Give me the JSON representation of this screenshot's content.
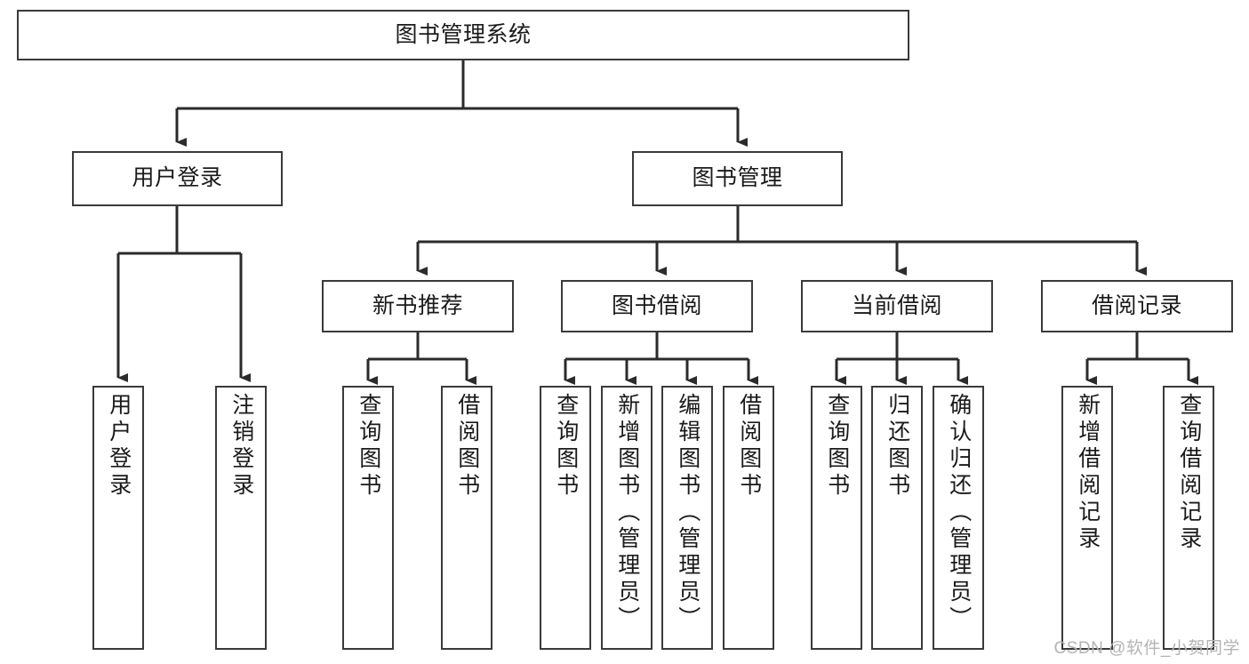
{
  "diagram": {
    "type": "tree-hierarchy",
    "title": "图书管理系统",
    "root": {
      "id": "root",
      "label": "图书管理系统",
      "orientation": "horizontal"
    },
    "level2": [
      {
        "id": "user-login",
        "label": "用户登录",
        "orientation": "horizontal"
      },
      {
        "id": "book-manage",
        "label": "图书管理",
        "orientation": "horizontal"
      }
    ],
    "level3": [
      {
        "id": "new-book-rec",
        "label": "新书推荐",
        "orientation": "horizontal",
        "parent": "book-manage"
      },
      {
        "id": "book-borrow",
        "label": "图书借阅",
        "orientation": "horizontal",
        "parent": "book-manage"
      },
      {
        "id": "current-borrow",
        "label": "当前借阅",
        "orientation": "horizontal",
        "parent": "book-manage"
      },
      {
        "id": "borrow-record",
        "label": "借阅记录",
        "orientation": "horizontal",
        "parent": "book-manage"
      }
    ],
    "leaves": [
      {
        "id": "leaf-user-login",
        "label": "用户登录",
        "orientation": "vertical",
        "parent": "user-login"
      },
      {
        "id": "leaf-user-logout",
        "label": "注销登录",
        "orientation": "vertical",
        "parent": "user-login"
      },
      {
        "id": "leaf-query-book-1",
        "label": "查询图书",
        "orientation": "vertical",
        "parent": "new-book-rec"
      },
      {
        "id": "leaf-borrow-book-1",
        "label": "借阅图书",
        "orientation": "vertical",
        "parent": "new-book-rec"
      },
      {
        "id": "leaf-query-book-2",
        "label": "查询图书",
        "orientation": "vertical",
        "parent": "book-borrow"
      },
      {
        "id": "leaf-add-book",
        "label": "新增图书（管理员）",
        "orientation": "vertical",
        "parent": "book-borrow"
      },
      {
        "id": "leaf-edit-book",
        "label": "编辑图书（管理员）",
        "orientation": "vertical",
        "parent": "book-borrow"
      },
      {
        "id": "leaf-borrow-book-2",
        "label": "借阅图书",
        "orientation": "vertical",
        "parent": "book-borrow"
      },
      {
        "id": "leaf-query-book-3",
        "label": "查询图书",
        "orientation": "vertical",
        "parent": "current-borrow"
      },
      {
        "id": "leaf-return-book",
        "label": "归还图书",
        "orientation": "vertical",
        "parent": "current-borrow"
      },
      {
        "id": "leaf-confirm-return",
        "label": "确认归还（管理员）",
        "orientation": "vertical",
        "parent": "current-borrow"
      },
      {
        "id": "leaf-add-record",
        "label": "新增借阅记录",
        "orientation": "vertical",
        "parent": "borrow-record"
      },
      {
        "id": "leaf-query-record",
        "label": "查询借阅记录",
        "orientation": "vertical",
        "parent": "borrow-record"
      }
    ]
  },
  "watermark": {
    "text": "CSDN @软件_小贺同学"
  },
  "colors": {
    "box_border": "#3a3a3a",
    "box_fill": "#ffffff",
    "connector": "#2b2b2b",
    "text": "#1a1a1a",
    "watermark": "#b4b4b4",
    "background": "#ffffff"
  }
}
